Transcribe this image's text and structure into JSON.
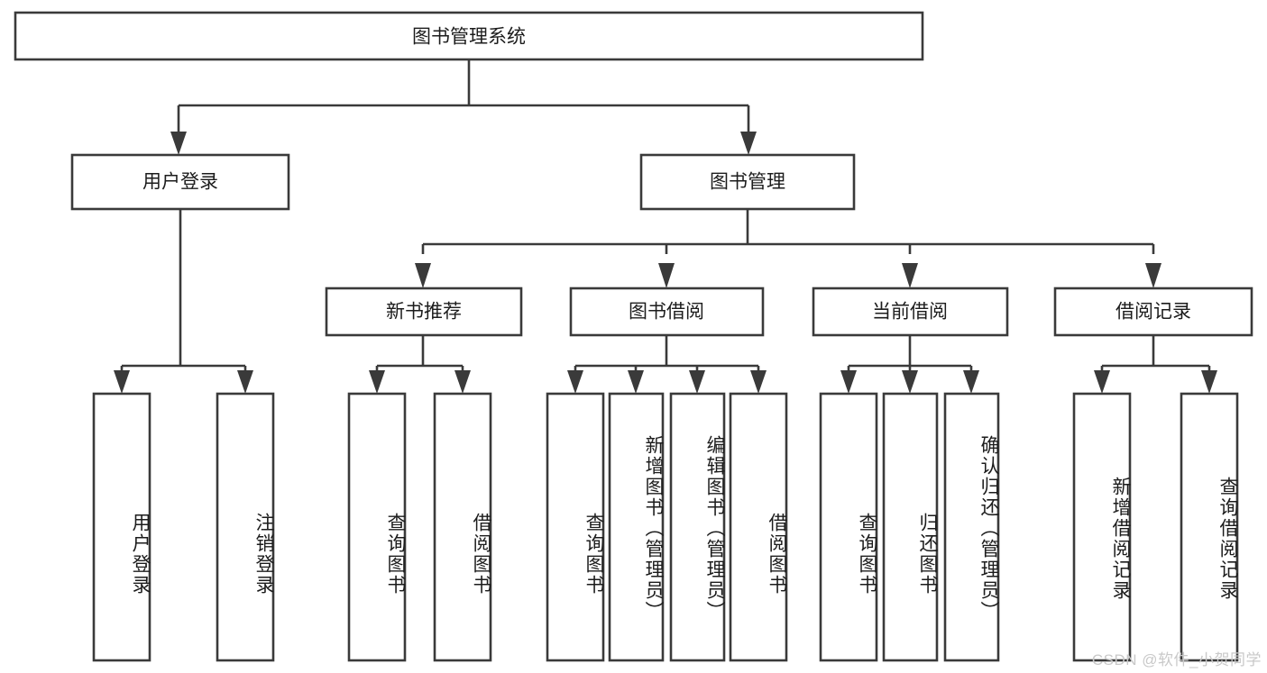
{
  "diagram": {
    "title": "图书管理系统",
    "watermark": "CSDN @软件_小贺同学",
    "colors": {
      "stroke": "#3a3a3a",
      "box_fill": "#ffffff",
      "text": "#1c1c1c",
      "background": "#ffffff",
      "watermark": "#c9c9c9"
    },
    "root": {
      "label": "图书管理系统"
    },
    "level1": [
      {
        "label": "用户登录"
      },
      {
        "label": "图书管理"
      }
    ],
    "level2": [
      {
        "label": "新书推荐"
      },
      {
        "label": "图书借阅"
      },
      {
        "label": "当前借阅"
      },
      {
        "label": "借阅记录"
      }
    ],
    "leaves": {
      "user_login": [
        {
          "label": "用户登录"
        },
        {
          "label": "注销登录"
        }
      ],
      "new_book_recommend": [
        {
          "label": "查询图书"
        },
        {
          "label": "借阅图书"
        }
      ],
      "book_borrow": [
        {
          "label": "查询图书"
        },
        {
          "label": "新增图书（管理员）"
        },
        {
          "label": "编辑图书（管理员）"
        },
        {
          "label": "借阅图书"
        }
      ],
      "current_borrow": [
        {
          "label": "查询图书"
        },
        {
          "label": "归还图书"
        },
        {
          "label": "确认归还（管理员）"
        }
      ],
      "borrow_record": [
        {
          "label": "新增借阅记录"
        },
        {
          "label": "查询借阅记录"
        }
      ]
    }
  }
}
